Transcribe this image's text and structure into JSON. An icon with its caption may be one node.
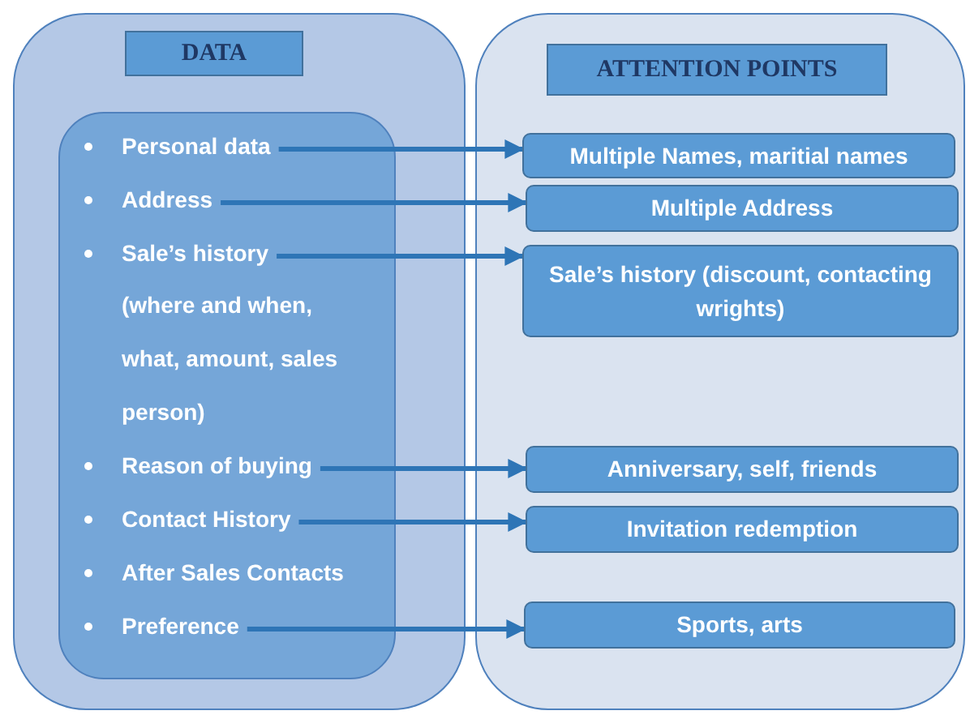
{
  "diagram": {
    "nodes": [
      {
        "text": [],
        "shape": "box"
      },
      {
        "text": [
          "DATA"
        ],
        "in": 0
      },
      {
        "text": [],
        "shape": "box",
        "in": 0
      },
      {
        "text": [
          "Personal data"
        ],
        "in": 2
      },
      {
        "text": [
          "Address"
        ],
        "in": 2
      },
      {
        "text": [
          "Sale’s history",
          "(where and when, what, amount, sales person)"
        ],
        "in": 2
      },
      {
        "text": [
          "Reason of buying"
        ],
        "in": 2
      },
      {
        "text": [
          "Contact History"
        ],
        "in": 2
      },
      {
        "text": [
          "After Sales Contacts"
        ],
        "in": 2
      },
      {
        "text": [
          "Preference"
        ],
        "in": 2
      },
      {
        "text": [],
        "shape": "box"
      },
      {
        "text": [
          "ATTENTION POINTS"
        ],
        "in": 10
      },
      {
        "text": [
          "Multiple Names, maritial names"
        ],
        "in": 10
      },
      {
        "text": [
          "Multiple Address"
        ],
        "in": 10
      },
      {
        "text": [
          "Sale’s history (discount, contacting wrights)"
        ],
        "in": 10
      },
      {
        "text": [
          "Anniversary, self, friends"
        ],
        "in": 10
      },
      {
        "text": [
          "Invitation redemption"
        ],
        "in": 10
      },
      {
        "text": [
          "Sports, arts"
        ],
        "in": 10
      }
    ],
    "edges": [
      {
        "from": 3,
        "to": 12,
        "arrow": "to"
      },
      {
        "from": 4,
        "to": 13,
        "arrow": "to"
      },
      {
        "from": 5,
        "to": 14,
        "arrow": "to"
      },
      {
        "from": 6,
        "to": 15,
        "arrow": "to"
      },
      {
        "from": 7,
        "to": 16,
        "arrow": "to"
      },
      {
        "from": 9,
        "to": 17,
        "arrow": "to"
      }
    ]
  }
}
